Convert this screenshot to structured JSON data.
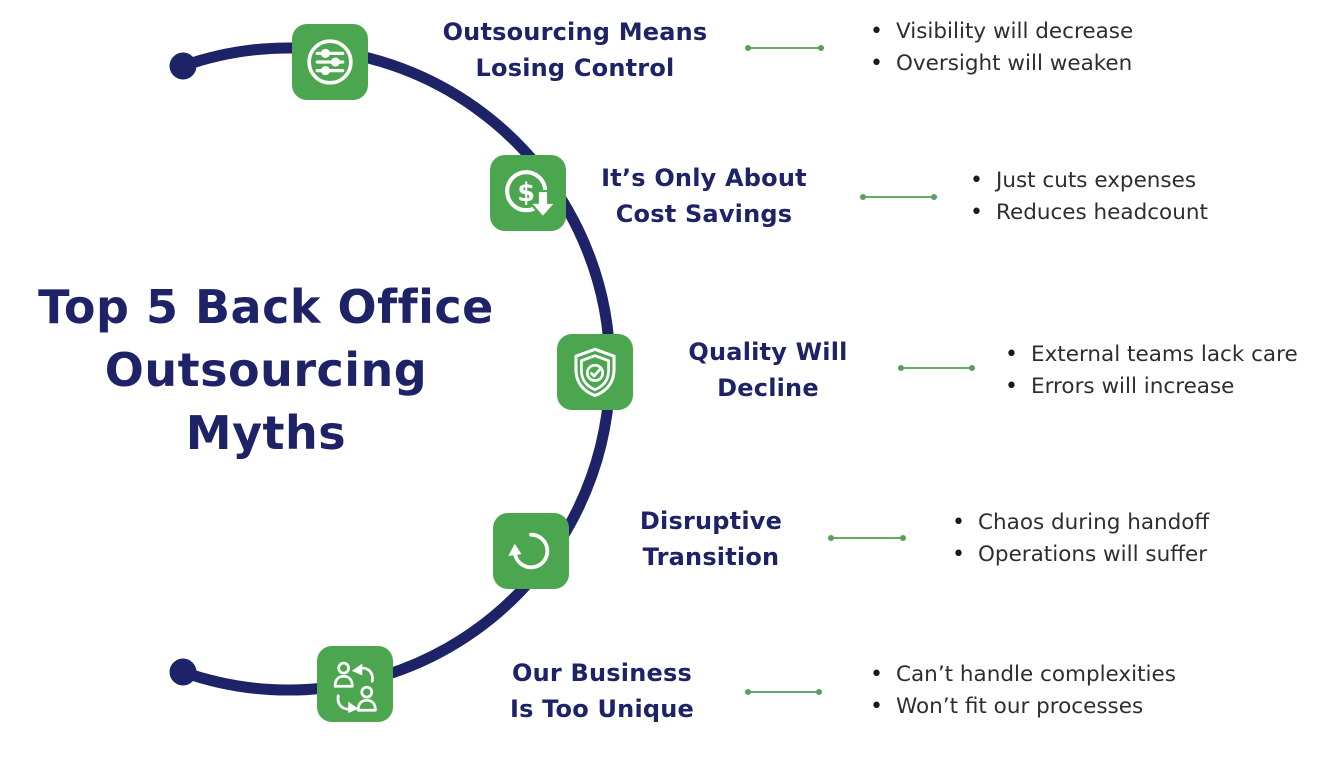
{
  "main_title": "Top 5 Back Office\nOutsourcing\nMyths",
  "colors": {
    "navy": "#1d2366",
    "icon_green": "#4ba64f",
    "connector_green": "#66a968",
    "bullet_text": "#2e2e2e",
    "background": "#ffffff"
  },
  "rows": [
    {
      "icon": "sliders-icon",
      "title": "Outsourcing Means\nLosing Control",
      "bullets": [
        "Visibility will decrease",
        "Oversight will weaken"
      ]
    },
    {
      "icon": "cost-savings-icon",
      "title": "It’s Only About\nCost Savings",
      "bullets": [
        "Just cuts expenses",
        "Reduces headcount"
      ]
    },
    {
      "icon": "shield-check-icon",
      "title": "Quality Will\nDecline",
      "bullets": [
        "External teams lack care",
        "Errors will increase"
      ]
    },
    {
      "icon": "refresh-icon",
      "title": "Disruptive\nTransition",
      "bullets": [
        "Chaos during handoff",
        "Operations will suffer"
      ]
    },
    {
      "icon": "people-swap-icon",
      "title": "Our Business\nIs Too Unique",
      "bullets": [
        "Can’t handle complexities",
        "Won’t fit our processes"
      ]
    }
  ]
}
